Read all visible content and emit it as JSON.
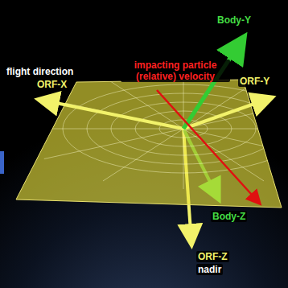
{
  "diagram": {
    "labels": [
      "flight direction",
      "ORF-X",
      "impacting particle (relative) velocity",
      "Body-Y",
      "ORF-Y",
      "Body-Z",
      "ORF-Z",
      "nadir"
    ]
  }
}
